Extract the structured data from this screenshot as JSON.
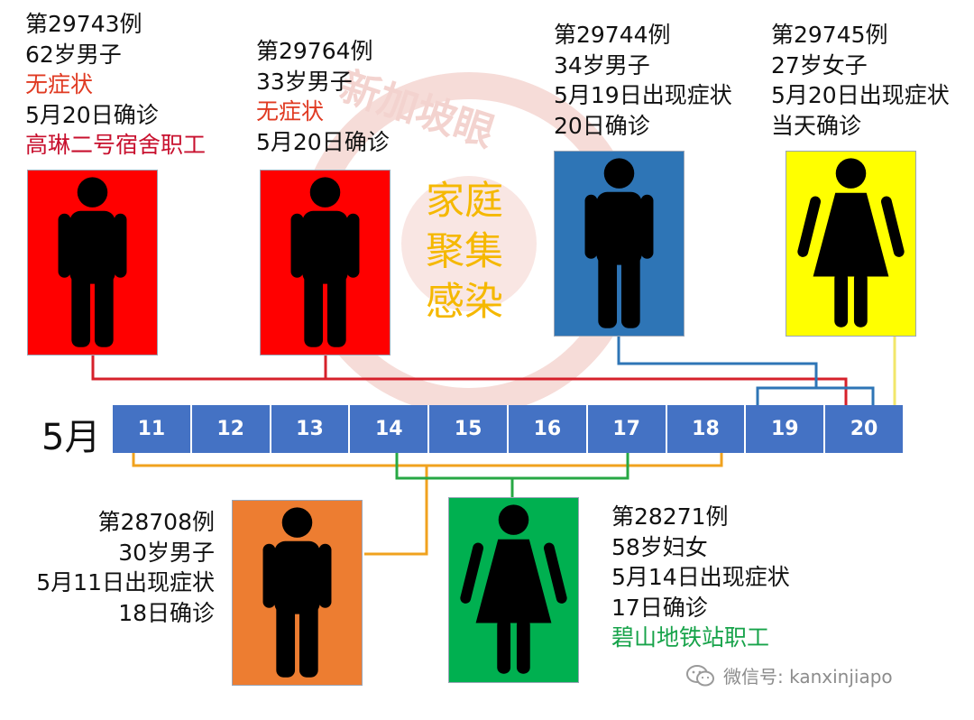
{
  "watermark": {
    "text": "新加坡眼"
  },
  "cluster_label": [
    "家庭",
    "聚集",
    "感染"
  ],
  "month_label": "5月",
  "timeline_days": [
    "11",
    "12",
    "13",
    "14",
    "15",
    "16",
    "17",
    "18",
    "19",
    "20"
  ],
  "cases": {
    "c29743": {
      "lines": [
        "第29743例",
        "62岁男子",
        "无症状",
        "5月20日确诊",
        "高琳二号宿舍职工"
      ],
      "figure": "man",
      "color": "#ff0000"
    },
    "c29764": {
      "lines": [
        "第29764例",
        "33岁男子",
        "无症状",
        "5月20日确诊"
      ],
      "figure": "man",
      "color": "#ff0000"
    },
    "c29744": {
      "lines": [
        "第29744例",
        "34岁男子",
        "5月19日出现症状",
        "20日确诊"
      ],
      "figure": "man",
      "color": "#2e75b6"
    },
    "c29745": {
      "lines": [
        "第29745例",
        "27岁女子",
        "5月20日出现症状",
        "当天确诊"
      ],
      "figure": "woman",
      "color": "#ffff00"
    },
    "c28708": {
      "lines": [
        "第28708例",
        "30岁男子",
        "5月11日出现症状",
        "18日确诊"
      ],
      "figure": "man",
      "color": "#ed7d31"
    },
    "c28271": {
      "lines": [
        "第28271例",
        "58岁妇女",
        "5月14日出现症状",
        "17日确诊",
        "碧山地铁站职工"
      ],
      "figure": "woman",
      "color": "#00b050"
    }
  },
  "colors": {
    "no_symptom_text": "#e03a22",
    "workplace_red_text": "#c8102e",
    "workplace_green_text": "#17a34a",
    "timeline_fill": "#4472c4",
    "cluster_text": "#f5b800",
    "line_red": "#d6212b",
    "line_blue": "#2e75b6",
    "line_yellow": "#f2e66a",
    "line_orange": "#f0a21e",
    "line_green": "#27a844"
  },
  "footer": {
    "wechat_icon": "wechat-icon",
    "text": "微信号: kanxinjiapo"
  }
}
